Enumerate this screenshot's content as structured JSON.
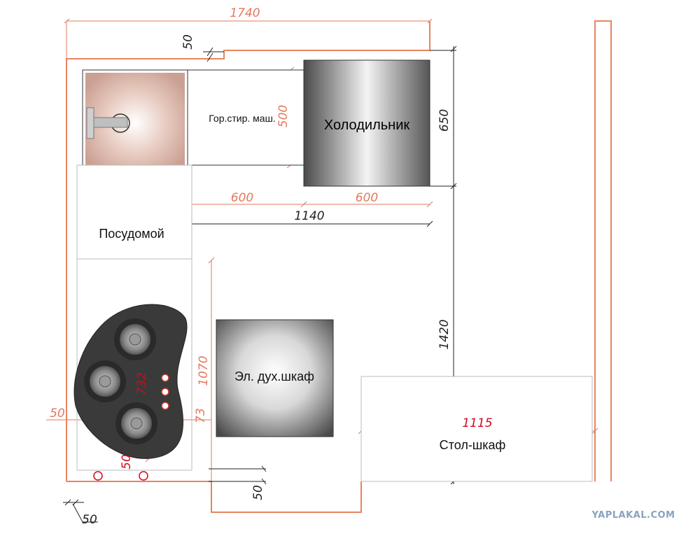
{
  "labels": {
    "washer": "Гор.стир. маш.",
    "fridge": "Холодильник",
    "dishwasher": "Посудомой",
    "oven": "Эл. дух.шкаф",
    "table": "Стол-шкаф"
  },
  "dimensions": {
    "top_total": "1740",
    "top_step": "50",
    "washer_depth": "500",
    "fridge_depth": "650",
    "washer_width": "600",
    "fridge_width": "600",
    "run_total": "1140",
    "right_wall": "1420",
    "oven_wall": "1070",
    "hob_depth": "732",
    "hob_gap": "73",
    "left_gap": "50",
    "hob_bottom_gap": "50",
    "bottom_step": "50",
    "corner_gap": "50",
    "table_width": "1115"
  },
  "watermark": "YAPLAKAL.COM",
  "colors": {
    "wall": "#e8845f",
    "dim_red": "#e07a5f",
    "dim_crimson": "#d10a1e",
    "hob": "#3a3a3a",
    "sink": "#d8b0a0"
  }
}
